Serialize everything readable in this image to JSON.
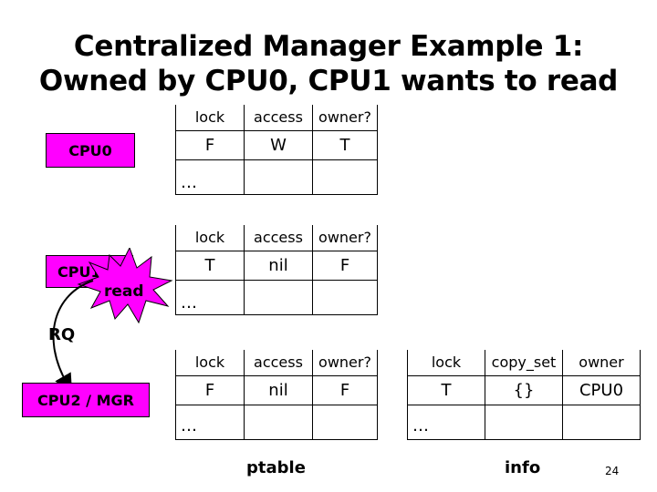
{
  "slide": {
    "title_line1": "Centralized Manager Example 1:",
    "title_line2": "Owned by CPU0, CPU1 wants to read",
    "page_number": "24"
  },
  "nodes": {
    "cpu0": "CPU0",
    "cpu1": "CPU1",
    "mgr": "CPU2 / MGR",
    "read_burst": "read",
    "rq_label": "RQ"
  },
  "tables": {
    "cpu0": {
      "headers": [
        "lock",
        "access",
        "owner?"
      ],
      "row": [
        "F",
        "W",
        "T"
      ],
      "ellipsis": "…"
    },
    "cpu1": {
      "headers": [
        "lock",
        "access",
        "owner?"
      ],
      "row": [
        "T",
        "nil",
        "F"
      ],
      "ellipsis": "…"
    },
    "mgr_ptable": {
      "headers": [
        "lock",
        "access",
        "owner?"
      ],
      "row": [
        "F",
        "nil",
        "F"
      ],
      "ellipsis": "…",
      "caption": "ptable"
    },
    "mgr_info": {
      "headers": [
        "lock",
        "copy_set",
        "owner"
      ],
      "row": [
        "T",
        "{}",
        "CPU0"
      ],
      "ellipsis": "…",
      "caption": "info"
    }
  },
  "colors": {
    "node_fill": "#ff00ff",
    "burst_fill": "#ff00ff"
  }
}
